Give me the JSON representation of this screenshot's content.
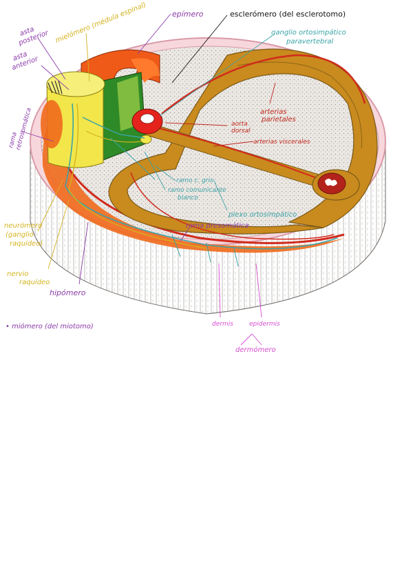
{
  "labels": {
    "escleromero": "esclerómero (del esclerotomo)",
    "epimero": "epímero",
    "mielomero": "mielómero (médula espinal)",
    "asta_posterior": [
      "asta",
      "posterior"
    ],
    "asta_anterior": [
      "asta",
      "anterior"
    ],
    "ganglio": [
      "ganglio ortosimpático",
      "paravertebral"
    ],
    "arterias_parietales": [
      "arterias",
      "parietales"
    ],
    "aorta_dorsal": [
      "aorta",
      "dorsal"
    ],
    "arterias_viscerales": "arterias viscerales",
    "ramo_gris": "ramo c. gris",
    "ramo_blanco": [
      "ramo comunicante",
      "blanco"
    ],
    "plexo": "plexo ortosimpático",
    "rama_retrosomatica": [
      "rama",
      "retrosomática"
    ],
    "rama_presomatica": "rama presomática",
    "neuromero": [
      "neurómero",
      "(ganglio",
      "raquídeo)"
    ],
    "nervio": [
      "nervio",
      "raquídeo"
    ],
    "hipomero": "hipómero",
    "miomero": "• miómero (del miotomo)",
    "dermis": "dermis",
    "epidermis": "epidermis",
    "dermomero": "dermómero"
  },
  "colors": {
    "purple": "#8a3aa8",
    "yellow": "#d4b21e",
    "teal": "#3aa3a7",
    "red": "#c0281e",
    "magenta": "#d64bd1",
    "dark": "#111111",
    "body_orange": "#ef6a1c",
    "gut_ochre": "#c98a1e",
    "skin_pink": "#f3c6cf",
    "notochord_green": "#2e8a26",
    "cord_yellow": "#f2e64a"
  }
}
